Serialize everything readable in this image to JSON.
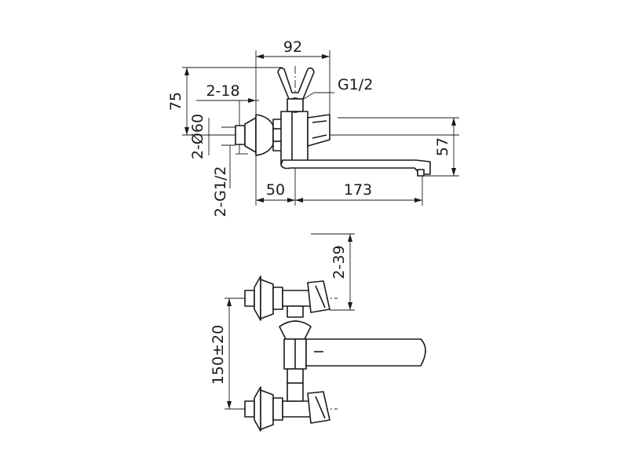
{
  "dimensions": {
    "overall_width": "92",
    "height_to_holder": "75",
    "wall_depth": "2-18",
    "connection_outer": "G1/2",
    "spout_height": "57",
    "flange_diameter": "2-Ø60",
    "inlet_thread": "2-G1/2",
    "body_offset": "50",
    "spout_length": "173",
    "handle_offset": "2-39",
    "inlet_spacing": "150±20"
  },
  "colors": {
    "line": "#1a1a1a",
    "background": "#ffffff"
  }
}
